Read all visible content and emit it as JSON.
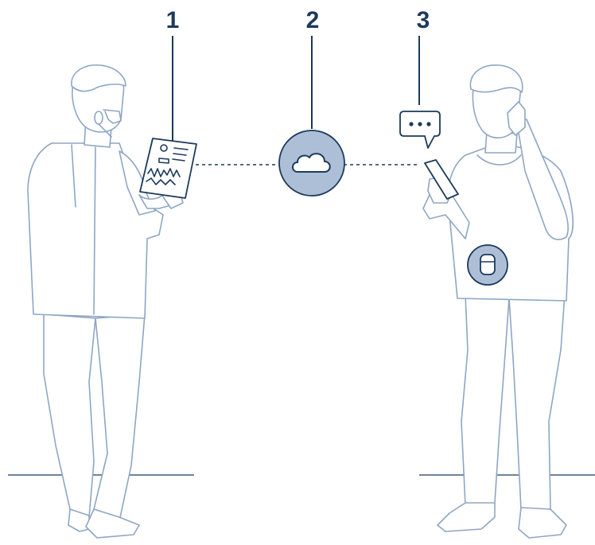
{
  "labels": [
    {
      "id": "tablet-user",
      "number": "1"
    },
    {
      "id": "cloud",
      "number": "2"
    },
    {
      "id": "patient-phone",
      "number": "3"
    }
  ],
  "colors": {
    "outline": "#8fa6c3",
    "dark": "#1c3a5c",
    "badge_fill": "#adbfd6"
  },
  "icons": [
    "tablet-icon",
    "cloud-icon",
    "chat-bubble-icon",
    "smartphone-icon",
    "sensor-device-icon",
    "headset-icon"
  ]
}
